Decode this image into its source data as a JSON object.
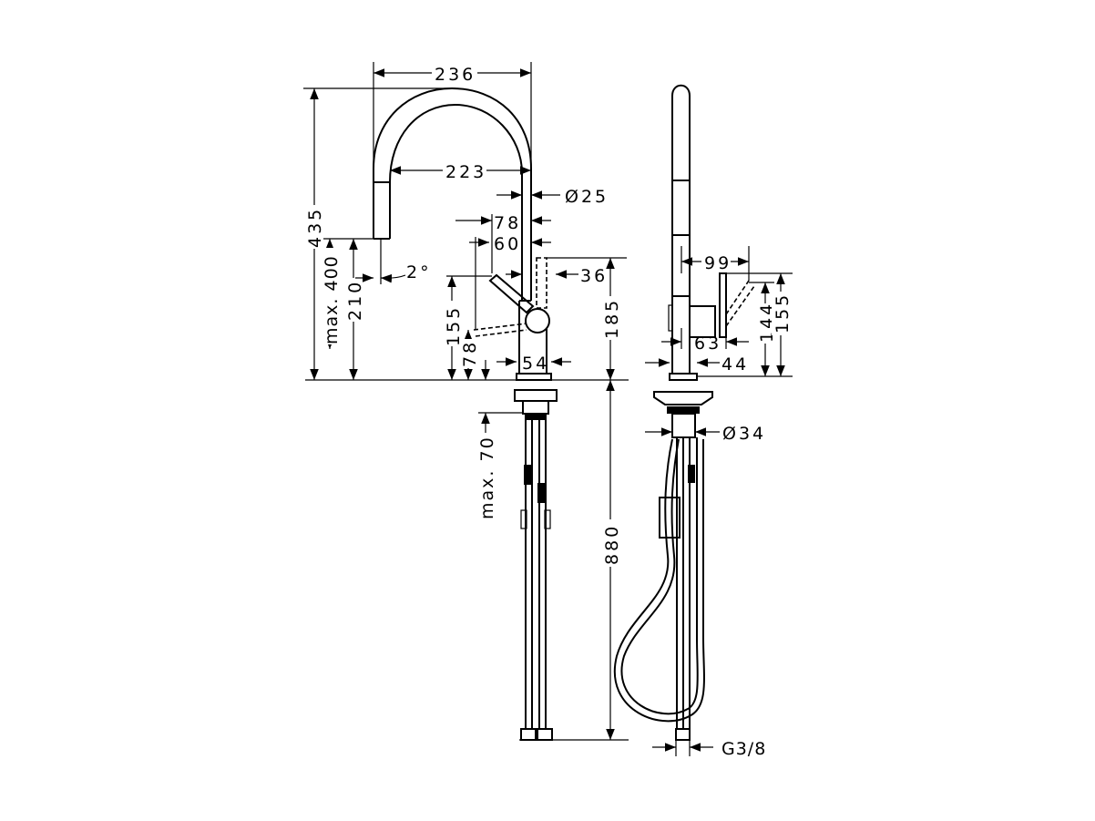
{
  "drawing": {
    "colors": {
      "line": "#000000",
      "background": "#ffffff"
    },
    "front_view": {
      "dimensions": {
        "spout_reach_outer": "236",
        "spout_reach_inner": "223",
        "spout_diameter": "Ø25",
        "lever_offset_78": "78",
        "lever_offset_60": "60",
        "body_offset": "36",
        "total_height": "435",
        "max_clearance": "max. 400",
        "spout_outlet_height": "210",
        "spout_angle": "2°",
        "lever_height_155": "155",
        "lever_low_78": "78",
        "base_width": "54",
        "body_height": "185",
        "max_counter_thickness": "max. 70",
        "hose_length": "880"
      }
    },
    "side_view": {
      "dimensions": {
        "lever_reach": "99",
        "lever_height_144": "144",
        "lever_height_155": "155",
        "body_depth": "63",
        "base_diameter": "44",
        "shank_diameter": "Ø34",
        "connection": "G3/8"
      }
    }
  }
}
